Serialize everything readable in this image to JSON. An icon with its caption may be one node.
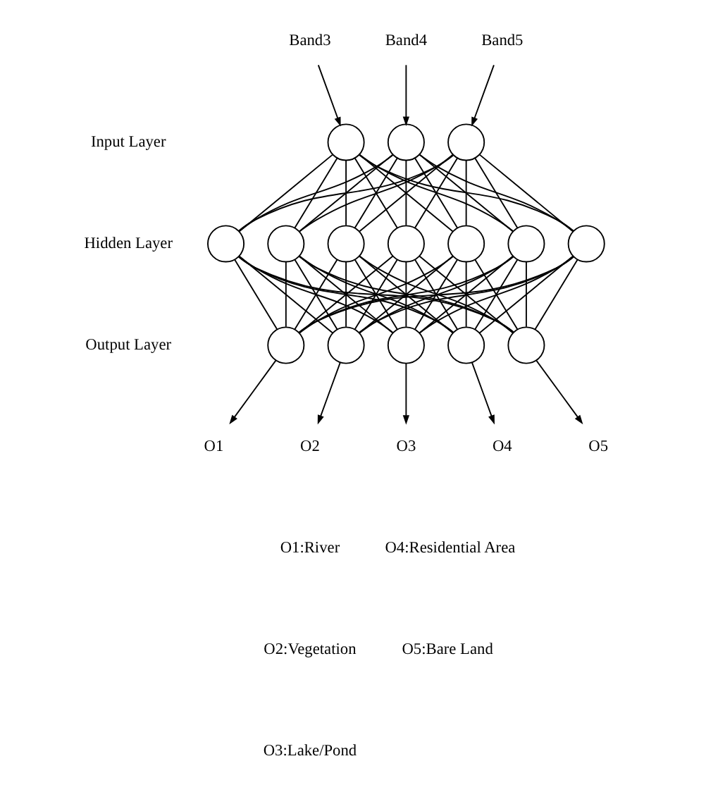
{
  "diagram": {
    "nodes": [
      {
        "text": [
          "Band3"
        ]
      },
      {
        "text": [
          "Band4"
        ]
      },
      {
        "text": [
          "Band5"
        ]
      },
      {
        "text": [],
        "shape": "circle"
      },
      {
        "text": [],
        "shape": "circle"
      },
      {
        "text": [],
        "shape": "circle"
      },
      {
        "text": [],
        "shape": "circle"
      },
      {
        "text": [],
        "shape": "circle"
      },
      {
        "text": [],
        "shape": "circle"
      },
      {
        "text": [],
        "shape": "circle"
      },
      {
        "text": [],
        "shape": "circle"
      },
      {
        "text": [],
        "shape": "circle"
      },
      {
        "text": [],
        "shape": "circle"
      },
      {
        "text": [],
        "shape": "circle"
      },
      {
        "text": [],
        "shape": "circle"
      },
      {
        "text": [],
        "shape": "circle"
      },
      {
        "text": [],
        "shape": "circle"
      },
      {
        "text": [],
        "shape": "circle"
      },
      {
        "text": [
          "O1"
        ]
      },
      {
        "text": [
          "O2"
        ]
      },
      {
        "text": [
          "O3"
        ]
      },
      {
        "text": [
          "O4"
        ]
      },
      {
        "text": [
          "O5"
        ]
      }
    ],
    "edges": [
      {
        "from": 0,
        "to": 3,
        "arrow": "to"
      },
      {
        "from": 1,
        "to": 4,
        "arrow": "to"
      },
      {
        "from": 2,
        "to": 5,
        "arrow": "to"
      },
      {
        "from": 3,
        "to": 6,
        "arrow": "none"
      },
      {
        "from": 3,
        "to": 7,
        "arrow": "none"
      },
      {
        "from": 3,
        "to": 8,
        "arrow": "none"
      },
      {
        "from": 3,
        "to": 9,
        "arrow": "none"
      },
      {
        "from": 3,
        "to": 10,
        "arrow": "none"
      },
      {
        "from": 3,
        "to": 11,
        "arrow": "none"
      },
      {
        "from": 3,
        "to": 12,
        "arrow": "none"
      },
      {
        "from": 4,
        "to": 6,
        "arrow": "none"
      },
      {
        "from": 4,
        "to": 7,
        "arrow": "none"
      },
      {
        "from": 4,
        "to": 8,
        "arrow": "none"
      },
      {
        "from": 4,
        "to": 9,
        "arrow": "none"
      },
      {
        "from": 4,
        "to": 10,
        "arrow": "none"
      },
      {
        "from": 4,
        "to": 11,
        "arrow": "none"
      },
      {
        "from": 4,
        "to": 12,
        "arrow": "none"
      },
      {
        "from": 5,
        "to": 6,
        "arrow": "none"
      },
      {
        "from": 5,
        "to": 7,
        "arrow": "none"
      },
      {
        "from": 5,
        "to": 8,
        "arrow": "none"
      },
      {
        "from": 5,
        "to": 9,
        "arrow": "none"
      },
      {
        "from": 5,
        "to": 10,
        "arrow": "none"
      },
      {
        "from": 5,
        "to": 11,
        "arrow": "none"
      },
      {
        "from": 5,
        "to": 12,
        "arrow": "none"
      },
      {
        "from": 6,
        "to": 13,
        "arrow": "none"
      },
      {
        "from": 6,
        "to": 14,
        "arrow": "none"
      },
      {
        "from": 6,
        "to": 15,
        "arrow": "none"
      },
      {
        "from": 6,
        "to": 16,
        "arrow": "none"
      },
      {
        "from": 6,
        "to": 17,
        "arrow": "none"
      },
      {
        "from": 7,
        "to": 13,
        "arrow": "none"
      },
      {
        "from": 7,
        "to": 14,
        "arrow": "none"
      },
      {
        "from": 7,
        "to": 15,
        "arrow": "none"
      },
      {
        "from": 7,
        "to": 16,
        "arrow": "none"
      },
      {
        "from": 7,
        "to": 17,
        "arrow": "none"
      },
      {
        "from": 8,
        "to": 13,
        "arrow": "none"
      },
      {
        "from": 8,
        "to": 14,
        "arrow": "none"
      },
      {
        "from": 8,
        "to": 15,
        "arrow": "none"
      },
      {
        "from": 8,
        "to": 16,
        "arrow": "none"
      },
      {
        "from": 8,
        "to": 17,
        "arrow": "none"
      },
      {
        "from": 9,
        "to": 13,
        "arrow": "none"
      },
      {
        "from": 9,
        "to": 14,
        "arrow": "none"
      },
      {
        "from": 9,
        "to": 15,
        "arrow": "none"
      },
      {
        "from": 9,
        "to": 16,
        "arrow": "none"
      },
      {
        "from": 9,
        "to": 17,
        "arrow": "none"
      },
      {
        "from": 10,
        "to": 13,
        "arrow": "none"
      },
      {
        "from": 10,
        "to": 14,
        "arrow": "none"
      },
      {
        "from": 10,
        "to": 15,
        "arrow": "none"
      },
      {
        "from": 10,
        "to": 16,
        "arrow": "none"
      },
      {
        "from": 10,
        "to": 17,
        "arrow": "none"
      },
      {
        "from": 11,
        "to": 13,
        "arrow": "none"
      },
      {
        "from": 11,
        "to": 14,
        "arrow": "none"
      },
      {
        "from": 11,
        "to": 15,
        "arrow": "none"
      },
      {
        "from": 11,
        "to": 16,
        "arrow": "none"
      },
      {
        "from": 11,
        "to": 17,
        "arrow": "none"
      },
      {
        "from": 12,
        "to": 13,
        "arrow": "none"
      },
      {
        "from": 12,
        "to": 14,
        "arrow": "none"
      },
      {
        "from": 12,
        "to": 15,
        "arrow": "none"
      },
      {
        "from": 12,
        "to": 16,
        "arrow": "none"
      },
      {
        "from": 12,
        "to": 17,
        "arrow": "none"
      },
      {
        "from": 13,
        "to": 18,
        "arrow": "to"
      },
      {
        "from": 14,
        "to": 19,
        "arrow": "to"
      },
      {
        "from": 15,
        "to": 20,
        "arrow": "to"
      },
      {
        "from": 16,
        "to": 21,
        "arrow": "to"
      },
      {
        "from": 17,
        "to": 22,
        "arrow": "to"
      }
    ],
    "labels": [
      "Input Layer",
      "Hidden Layer",
      "Output Layer",
      "O1:River",
      "O4:Residential Area",
      "O2:Vegetation",
      "O5:Bare Land",
      "O3:Lake/Pond"
    ]
  }
}
